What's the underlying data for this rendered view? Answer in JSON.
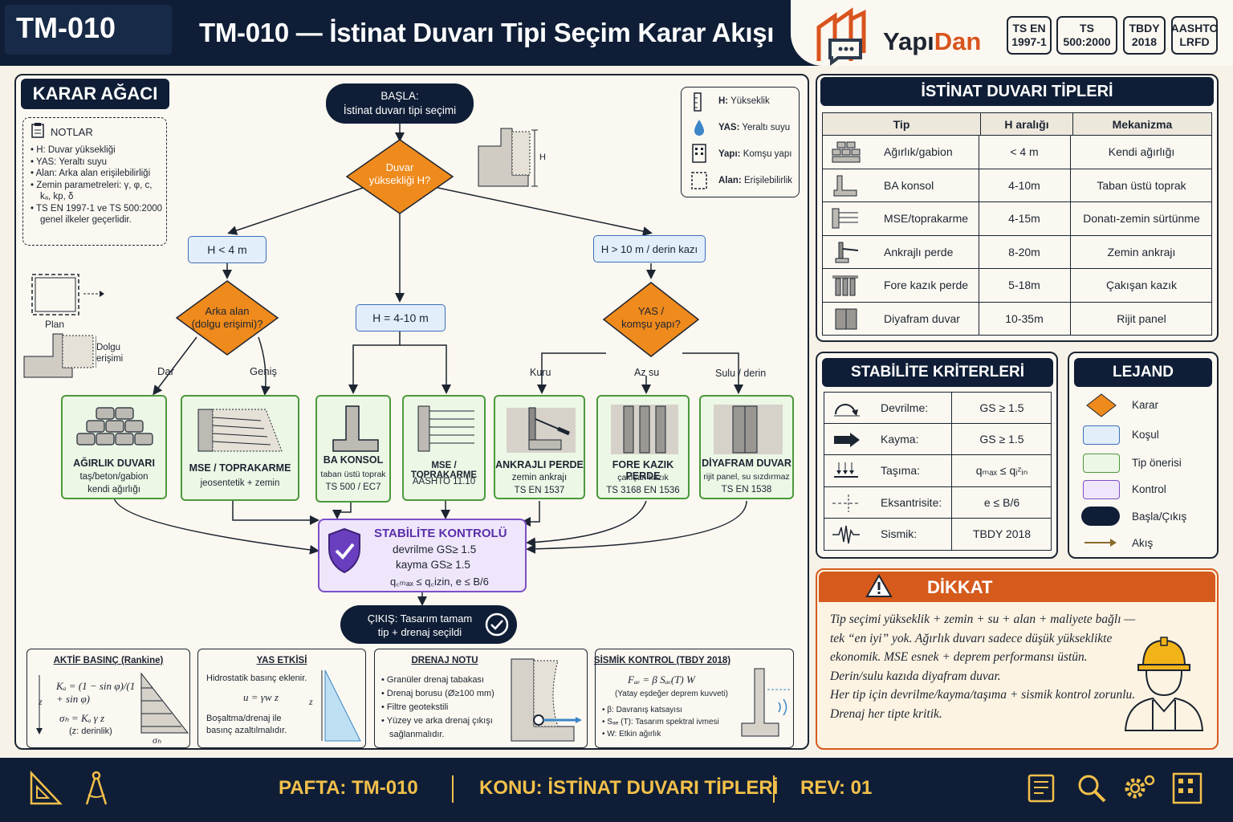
{
  "header": {
    "code": "TM-010",
    "title": "TM-010 — İstinat Duvarı Tipi Seçim Karar Akışı",
    "logo": "YapıDan",
    "standards": [
      "TS EN\n1997-1",
      "TS 500:2000",
      "TBDY\n2018",
      "AASHTO\nLRFD"
    ]
  },
  "tree": {
    "title": "KARAR AĞACI",
    "notes": {
      "title": "NOTLAR",
      "items": [
        "H: Duvar yüksekliği",
        "YAS: Yeraltı suyu",
        "Alan: Arka alan erişilebilirliği",
        "Zemin parametreleri: γ, φ, c,",
        "kₐ, kp, δ",
        "TS EN 1997-1 ve TS 500:2000",
        "genel ilkeler geçerlidir."
      ]
    },
    "plan_label": "Plan",
    "fill_label": "Dolgu\nerişimi",
    "start": "BAŞLA:\nİstinat duvarı tipi seçimi",
    "d1": "Duvar\nyüksekliği H?",
    "h_label": "H",
    "c1": "H < 4 m",
    "c2": "H = 4-10 m",
    "c3": "H > 10 m / derin kazı",
    "d2": "Arka alan\n(dolgu erişimi)?",
    "d3": "YAS /\nkomşu yapı?",
    "b_dar": "Dar",
    "b_genis": "Geniş",
    "b_kuru": "Kuru",
    "b_azsu": "Az su",
    "b_sulu": "Sulu / derin",
    "key": [
      {
        "k": "H:",
        "v": "Yükseklik"
      },
      {
        "k": "YAS:",
        "v": "Yeraltı suyu"
      },
      {
        "k": "Yapı:",
        "v": "Komşu yapı"
      },
      {
        "k": "Alan:",
        "v": "Erişilebilirlik"
      }
    ],
    "tips": [
      {
        "name": "AĞIRLIK DUVARI",
        "d1": "taş/beton/gabion",
        "d2": "kendi ağırlığı"
      },
      {
        "name": "MSE / TOPRAKARME",
        "d1": "jeosentetik + zemin",
        "d2": ""
      },
      {
        "name": "BA KONSOL",
        "d1": "taban üstü toprak",
        "d2": "TS 500 / EC7"
      },
      {
        "name": "MSE / TOPRAKARME",
        "d1": "AASHTO 11.10",
        "d2": ""
      },
      {
        "name": "ANKRAJLI PERDE",
        "d1": "zemin ankrajı",
        "d2": "TS EN 1537"
      },
      {
        "name": "FORE KAZIK PERDE",
        "d1": "çakışan kazık",
        "d2": "TS 3168 EN 1536"
      },
      {
        "name": "DİYAFRAM DUVAR",
        "d1": "rijit panel, su sızdırmaz",
        "d2": "TS EN 1538"
      }
    ],
    "check": {
      "title": "STABİLİTE KONTROLÜ",
      "l1": "devrilme GS≥ 1.5",
      "l2": "kayma GS≥ 1.5",
      "l3": "q꜀ₘₐₓ ≤ q꜀izin, e ≤ B/6"
    },
    "exit": "ÇIKIŞ: Tasarım tamam\ntip + drenaj seçildi"
  },
  "minis": [
    {
      "title": "AKTİF BASINÇ (Rankine)",
      "lines": [
        "Kₐ = (1 − sin φ)/(1 + sin φ)",
        "σₕ = Kₐ γ z",
        "(z: derinlik)"
      ],
      "z": "z",
      "sig": "σₕ"
    },
    {
      "title": "YAS ETKİSİ",
      "lines": [
        "Hidrostatik basınç eklenir.",
        "u = γw z",
        "Boşaltma/drenaj ile",
        "basınç azaltılmalıdır."
      ],
      "z": "z"
    },
    {
      "title": "DRENAJ NOTU",
      "lines": [
        "Granüler drenaj tabakası",
        "Drenaj borusu (Ø≥100 mm)",
        "Filtre geotekstili",
        "Yüzey ve arka drenaj çıkışı",
        "sağlanmalıdır."
      ]
    },
    {
      "title": "SİSMİK KONTROL (TBDY 2018)",
      "lines": [
        "Fₐₑ = β Sₐₑ(T) W",
        "(Yatay eşdeğer deprem kuvveti)",
        "β: Davranış katsayısı",
        "Sₐₑ (T): Tasarım spektral ivmesi",
        "W: Etkin ağırlık"
      ]
    }
  ],
  "types": {
    "title": "İSTİNAT DUVARI TİPLERİ",
    "cols": [
      "Tip",
      "H aralığı",
      "Mekanizma"
    ],
    "rows": [
      [
        "Ağırlık/gabion",
        "< 4 m",
        "Kendi ağırlığı"
      ],
      [
        "BA konsol",
        "4-10m",
        "Taban üstü toprak"
      ],
      [
        "MSE/toprakarme",
        "4-15m",
        "Donatı-zemin sürtünme"
      ],
      [
        "Ankrajlı perde",
        "8-20m",
        "Zemin ankrajı"
      ],
      [
        "Fore kazık perde",
        "5-18m",
        "Çakışan kazık"
      ],
      [
        "Diyafram duvar",
        "10-35m",
        "Rijit panel"
      ]
    ]
  },
  "stab": {
    "title": "STABİLİTE KRİTERLERİ",
    "rows": [
      [
        "Devrilme:",
        "GS ≥ 1.5"
      ],
      [
        "Kayma:",
        "GS ≥ 1.5"
      ],
      [
        "Taşıma:",
        "qₘₐₓ ≤ qᵢᶻᵢₙ"
      ],
      [
        "Eksantrisite:",
        "e ≤ B/6"
      ],
      [
        "Sismik:",
        "TBDY 2018"
      ]
    ]
  },
  "legend": {
    "title": "LEJAND",
    "items": [
      "Karar",
      "Koşul",
      "Tip önerisi",
      "Kontrol",
      "Başla/Çıkış",
      "Akış"
    ]
  },
  "warn": {
    "title": "DİKKAT",
    "lines": [
      "Tip seçimi yükseklik + zemin + su + alan + maliyete bağlı —",
      "tek “en iyi” yok. Ağırlık duvarı sadece düşük yükseklikte",
      "ekonomik. MSE esnek + deprem performansı üstün.",
      "Derin/sulu kazıda diyafram duvar.",
      "Her tip için devrilme/kayma/taşıma + sismik kontrol zorunlu.",
      "Drenaj her tipte kritik."
    ]
  },
  "footer": {
    "pafta": "PAFTA: TM-010",
    "konu": "KONU: İSTİNAT DUVARI TİPLERİ",
    "rev": "REV: 01"
  },
  "colors": {
    "navy": "#0f1e36",
    "decision": "#ef8a1c",
    "condition": "#e3eefb",
    "tip": "#edf7e6",
    "control": "#efe6fb",
    "warning": "#d65a1c",
    "accent": "#f3c04a"
  }
}
